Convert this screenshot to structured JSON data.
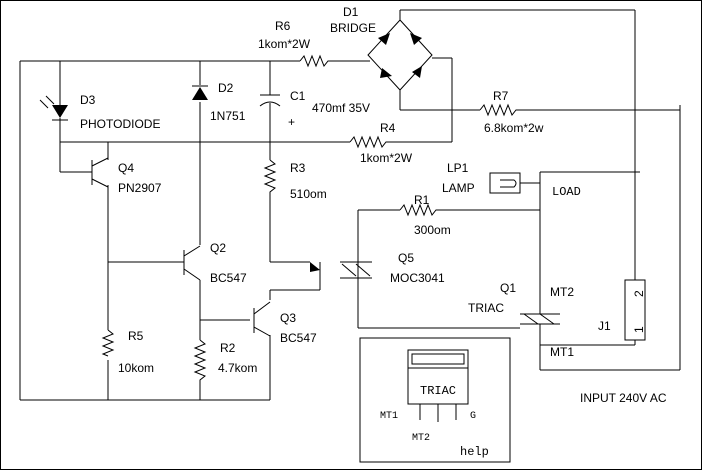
{
  "diagram": {
    "labels": {
      "d1": "D1",
      "bridge": "BRIDGE",
      "r6": "R6",
      "r6_val": "1kom*2W",
      "d2": "D2",
      "d2_val": "1N751",
      "c1": "C1",
      "c1_val": "470mf 35V",
      "plus": "+",
      "d3": "D3",
      "photodiode": "PHOTODIODE",
      "r7": "R7",
      "r7_val": "6.8kom*2w",
      "r4": "R4",
      "r4_val": "1kom*2W",
      "q4": "Q4",
      "q4_val": "PN2907",
      "r3": "R3",
      "r3_val": "510om",
      "lp1": "LP1",
      "lamp": "LAMP",
      "load": "LOAD",
      "r1": "R1",
      "r1_val": "300om",
      "q2": "Q2",
      "q2_val": "BC547",
      "q5": "Q5",
      "q5_val": "MOC3041",
      "q1": "Q1",
      "triac": "TRIAC",
      "mt2": "MT2",
      "mt1": "MT1",
      "j1": "J1",
      "j1_pin2": "2",
      "j1_pin1": "1",
      "q3": "Q3",
      "q3_val": "BC547",
      "r5": "R5",
      "r5_val": "10kom",
      "r2": "R2",
      "r2_val": "4.7kom",
      "input": "INPUT 240V AC"
    },
    "help_box": {
      "package_label": "TRIAC",
      "pin_mt1": "MT1",
      "pin_mt2": "MT2",
      "pin_g": "G",
      "title": "help"
    }
  }
}
